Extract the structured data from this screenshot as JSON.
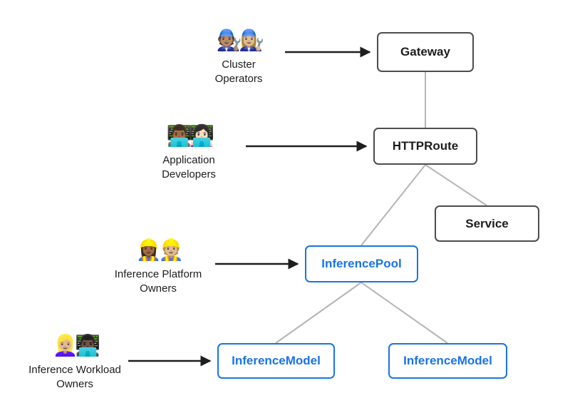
{
  "nodes": {
    "gateway": {
      "label": "Gateway",
      "type": "core"
    },
    "httproute": {
      "label": "HTTPRoute",
      "type": "core"
    },
    "service": {
      "label": "Service",
      "type": "core"
    },
    "inferencepool": {
      "label": "InferencePool",
      "type": "extension"
    },
    "inferencemodel_left": {
      "label": "InferenceModel",
      "type": "extension"
    },
    "inferencemodel_right": {
      "label": "InferenceModel",
      "type": "extension"
    }
  },
  "personas": {
    "cluster_operators": {
      "emoji": "🧑🏽‍🔧👩🏼‍🔧",
      "label": "Cluster Operators"
    },
    "application_developers": {
      "emoji": "👨🏾‍💻👩🏻‍💻",
      "label": "Application Developers"
    },
    "inference_platform_owners": {
      "emoji": "👷🏾‍♀️👷🏼",
      "label": "Inference Platform Owners"
    },
    "inference_workload_owners": {
      "emoji": "👱🏼‍♀️👨🏿‍💻",
      "label": "Inference Workload Owners"
    }
  },
  "colors": {
    "extension_accent": "#1a73e8",
    "core_border": "#4d4d4d",
    "edge_gray": "#b5b5b5",
    "arrow_black": "#1e1e1e",
    "background": "#ffffff"
  }
}
